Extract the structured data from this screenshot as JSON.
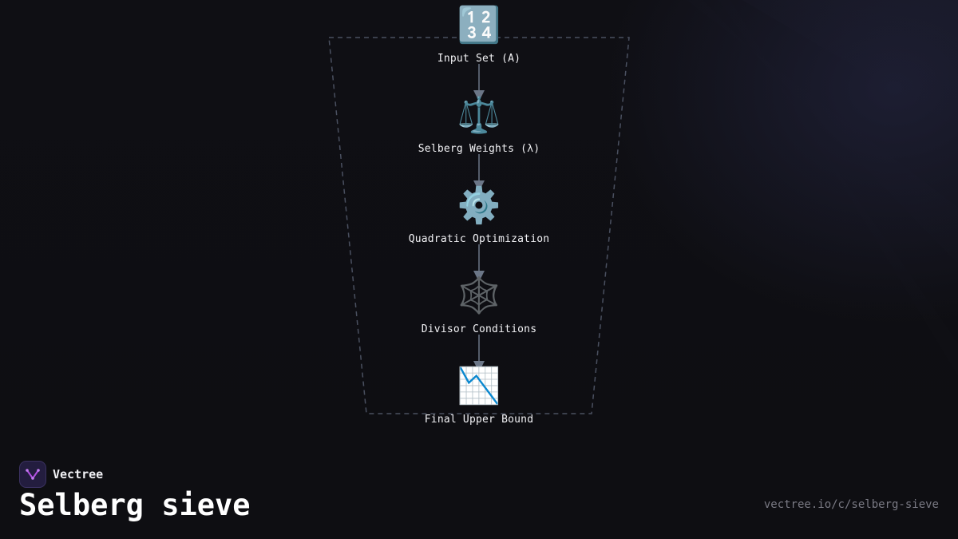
{
  "diagram": {
    "nodes": [
      {
        "icon": "🔢",
        "icon_name": "input-numbers-icon",
        "label": "Input Set (A)"
      },
      {
        "icon": "⚖️",
        "icon_name": "balance-scale-icon",
        "label": "Selberg Weights (λ)"
      },
      {
        "icon": "⚙️",
        "icon_name": "gear-icon",
        "label": "Quadratic Optimization"
      },
      {
        "icon": "🕸️",
        "icon_name": "spider-web-icon",
        "label": "Divisor Conditions"
      },
      {
        "icon": "📉",
        "icon_name": "chart-decreasing-icon",
        "label": "Final Upper Bound"
      }
    ],
    "colors": {
      "arrow": "#6b7687",
      "funnel_border": "#4a5060",
      "label": "#f2f2f5"
    }
  },
  "brand": {
    "name": "Vectree",
    "logo_icon": "vectree-logo-icon",
    "accent": "#b04fe0"
  },
  "page_title": "Selberg sieve",
  "url": "vectree.io/c/selberg-sieve"
}
